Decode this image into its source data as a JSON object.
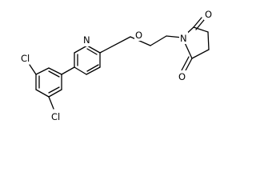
{
  "structure": {
    "atoms": {
      "cl_top": "Cl",
      "cl_bottom": "Cl",
      "n_pyridine": "N",
      "o_ether": "O",
      "n_imide": "N",
      "o_carbonyl_top": "O",
      "o_carbonyl_bottom": "O"
    },
    "colors": {
      "bond": "#000000",
      "label": "#000000",
      "background": "#ffffff"
    }
  }
}
